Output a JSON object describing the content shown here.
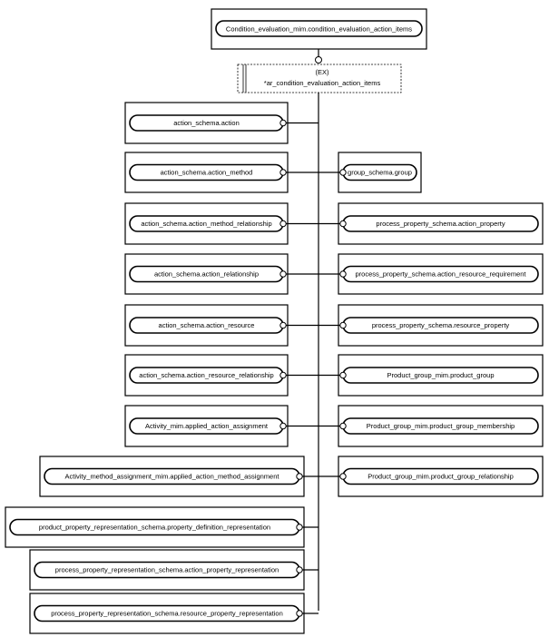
{
  "top_entity": "Condition_evaluation_mim.condition_evaluation_action_items",
  "select_type": {
    "marker": "(EX)",
    "name": "*ar_condition_evaluation_action_items"
  },
  "left_entities": [
    "action_schema.action",
    "action_schema.action_method",
    "action_schema.action_method_relationship",
    "action_schema.action_relationship",
    "action_schema.action_resource",
    "action_schema.action_resource_relationship",
    "Activity_mim.applied_action_assignment",
    "Activity_method_assignment_mim.applied_action_method_assignment",
    "product_property_representation_schema.property_definition_representation",
    "process_property_representation_schema.action_property_representation",
    "process_property_representation_schema.resource_property_representation"
  ],
  "right_entities": [
    "group_schema.group",
    "process_property_schema.action_property",
    "process_property_schema.action_resource_requirement",
    "process_property_schema.resource_property",
    "Product_group_mim.product_group",
    "Product_group_mim.product_group_membership",
    "Product_group_mim.product_group_relationship"
  ]
}
